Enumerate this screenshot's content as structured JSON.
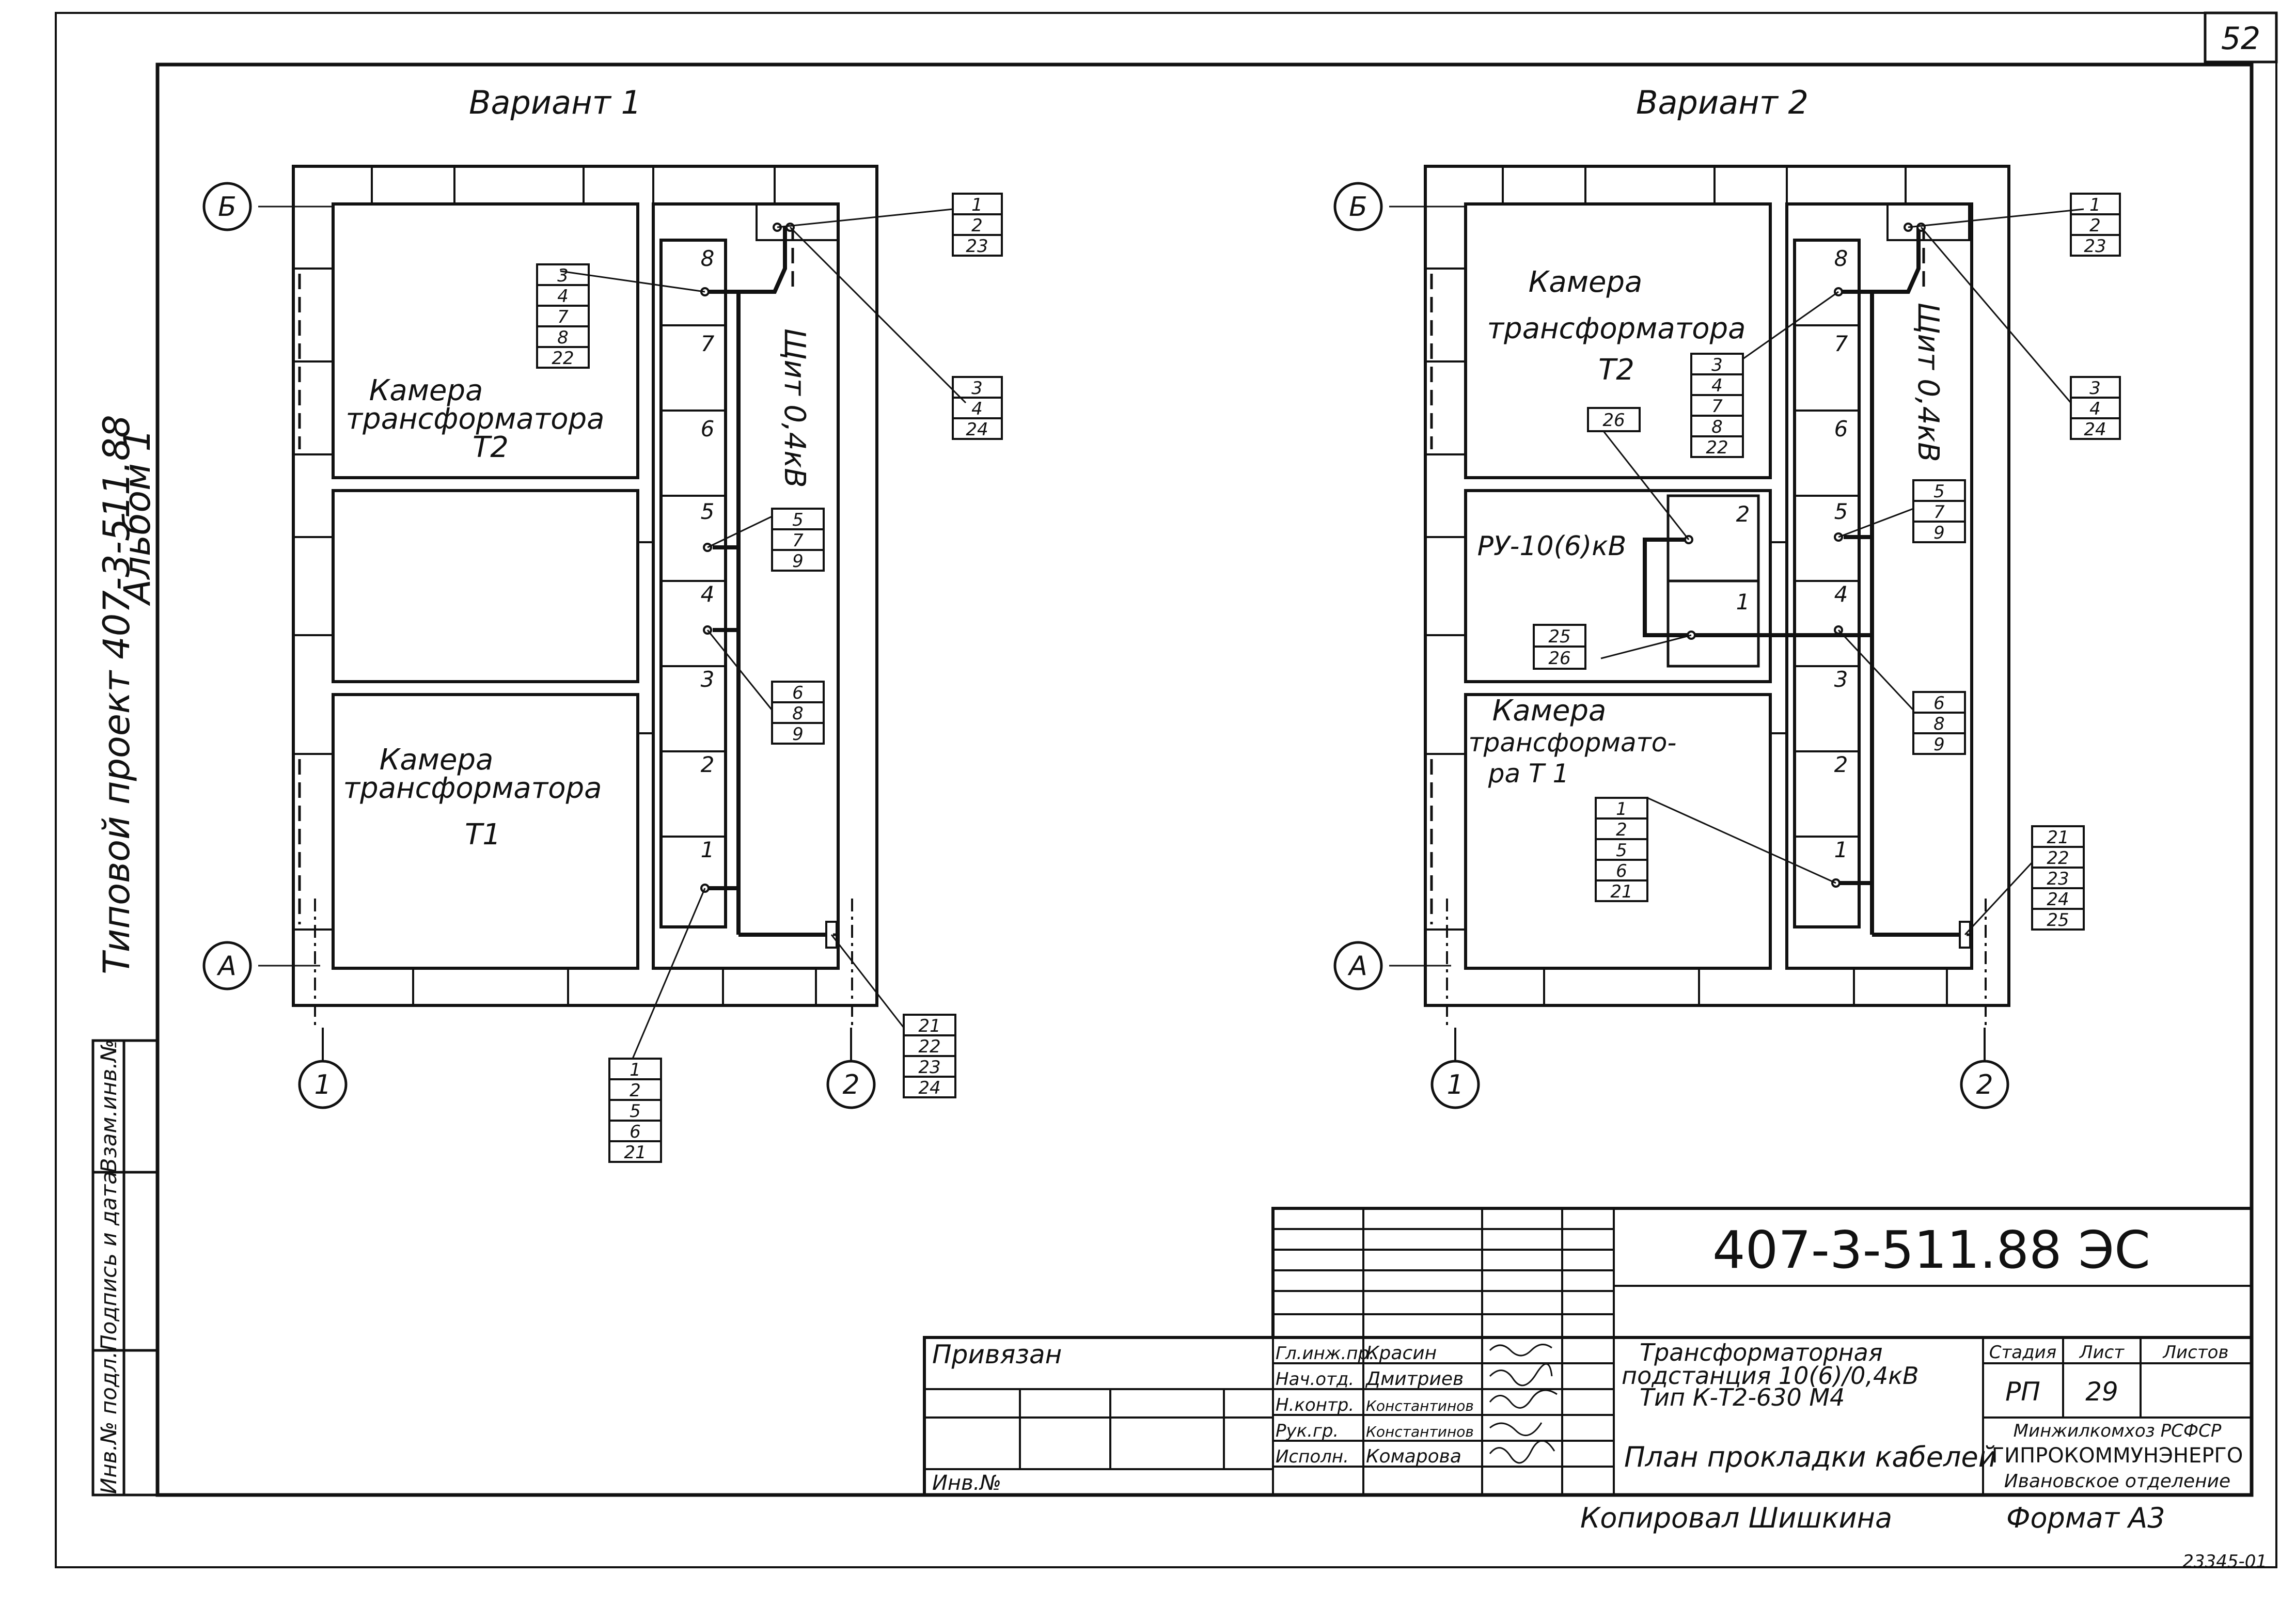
{
  "sheet_number": "52",
  "left_margin_title": {
    "line1": "Типовой проект 407-3-511.88",
    "line2": "Альбом 1"
  },
  "side_stamp": {
    "cells": [
      "Инв.№ подл.",
      "Подпись и дата",
      "Взам.инв.№"
    ]
  },
  "variant1": {
    "title": "Вариант 1",
    "axis_b": "Б",
    "axis_a": "А",
    "axis_1": "1",
    "axis_2": "2",
    "room_t2": [
      "Камера",
      "трансформатора",
      "Т2"
    ],
    "room_t1": [
      "Камера",
      "трансформатора",
      "Т1"
    ],
    "panel_label": "Щит 0,4кВ",
    "cells": [
      "1",
      "2",
      "3",
      "4",
      "5",
      "6",
      "7",
      "8"
    ],
    "tags": {
      "top_right": [
        "1",
        "2",
        "23"
      ],
      "mid_right": [
        "3",
        "4",
        "24"
      ],
      "t2": [
        "3",
        "4",
        "7",
        "8",
        "22"
      ],
      "c5": [
        "5",
        "7",
        "9"
      ],
      "c4": [
        "6",
        "8",
        "9"
      ],
      "c1": [
        "1",
        "2",
        "5",
        "6",
        "21"
      ],
      "corner": [
        "21",
        "22",
        "23",
        "24"
      ]
    }
  },
  "variant2": {
    "title": "Вариант 2",
    "axis_b": "Б",
    "axis_a": "А",
    "axis_1": "1",
    "axis_2": "2",
    "room_t2": [
      "Камера",
      "трансформатора",
      "Т2"
    ],
    "room_t1": [
      "Камера",
      "трансформато-",
      "ра Т 1"
    ],
    "ru_label": "РУ-10(6)кВ",
    "ru_cells": [
      "2",
      "1"
    ],
    "panel_label": "Щит 0,4кВ",
    "cells": [
      "1",
      "2",
      "3",
      "4",
      "5",
      "6",
      "7",
      "8"
    ],
    "tags": {
      "top_right": [
        "1",
        "2",
        "23"
      ],
      "mid_right": [
        "3",
        "4",
        "24"
      ],
      "t2": [
        "3",
        "4",
        "7",
        "8",
        "22"
      ],
      "single": [
        "26"
      ],
      "ru_left": [
        "25",
        "26"
      ],
      "c5": [
        "5",
        "7",
        "9"
      ],
      "c4": [
        "6",
        "8",
        "9"
      ],
      "t1": [
        "1",
        "2",
        "5",
        "6",
        "21"
      ],
      "corner": [
        "21",
        "22",
        "23",
        "24",
        "25"
      ]
    }
  },
  "title_block": {
    "code": "407-3-511.88  ЭС",
    "privyazan": "Привязан",
    "inv": "Инв.№",
    "roles": [
      "Гл.инж.пр.",
      "Нач.отд.",
      "Н.контр.",
      "Рук.гр.",
      "Исполн."
    ],
    "names": [
      "Красин",
      "Дмитриев",
      "Константинов",
      "Константинов",
      "Комарова"
    ],
    "object_lines": [
      "Трансформаторная",
      "подстанция 10(6)/0,4кВ",
      "Тип К-Т2-630 М4"
    ],
    "sheet_title": "План прокладки кабелей",
    "stage_header": "Стадия",
    "sheet_header": "Лист",
    "sheets_header": "Листов",
    "stage": "РП",
    "sheet": "29",
    "org_lines": [
      "Минжилкомхоз РСФСР",
      "ГИПРОКОММУНЭНЕРГО",
      "Ивановское отделение"
    ]
  },
  "footer": {
    "copied": "Копировал Шишкина",
    "format": "Формат А3",
    "number": "23345-01"
  }
}
